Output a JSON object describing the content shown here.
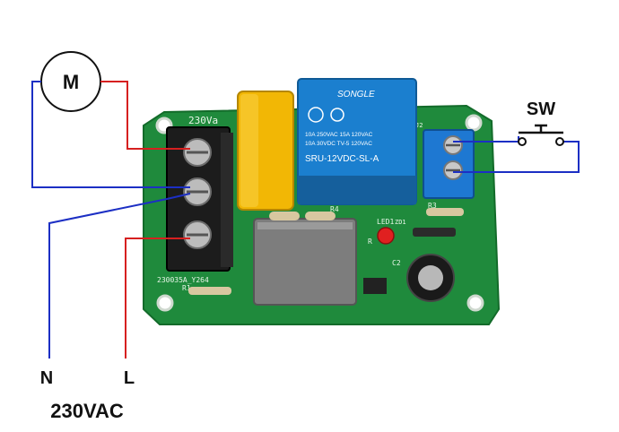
{
  "labels": {
    "motor": "M",
    "switch": "SW",
    "neutral": "N",
    "live": "L",
    "supply": "230VAC"
  },
  "relay": {
    "brand": "SONGLE",
    "rating_line1": "10A 250VAC  15A 120VAC",
    "rating_line2": "10A  30VDC  TV-5 120VAC",
    "model": "SRU-12VDC-SL-A"
  },
  "pcb": {
    "voltage_mark": "230Va",
    "serial": "230035A_Y264",
    "silkscreen_r4": "R4",
    "silkscreen_led1": "LED1",
    "silkscreen_zd1": "ZD1",
    "silkscreen_r3": "R3",
    "silkscreen_c2": "C2",
    "silkscreen_r": "R",
    "silkscreen_r1": "R1",
    "silkscreen_j2": "J2"
  },
  "colors": {
    "pcb": "#1f8a3c",
    "pcb_dark": "#136b2a",
    "relay": "#1b7fcf",
    "capacitor_x2": "#f2b705",
    "terminal_block": "#1c1c1c",
    "switch_terminal": "#1e78d2",
    "inductor": "#7d7d7d",
    "wire_red": "#d62020",
    "wire_blue": "#1c2fc4"
  }
}
